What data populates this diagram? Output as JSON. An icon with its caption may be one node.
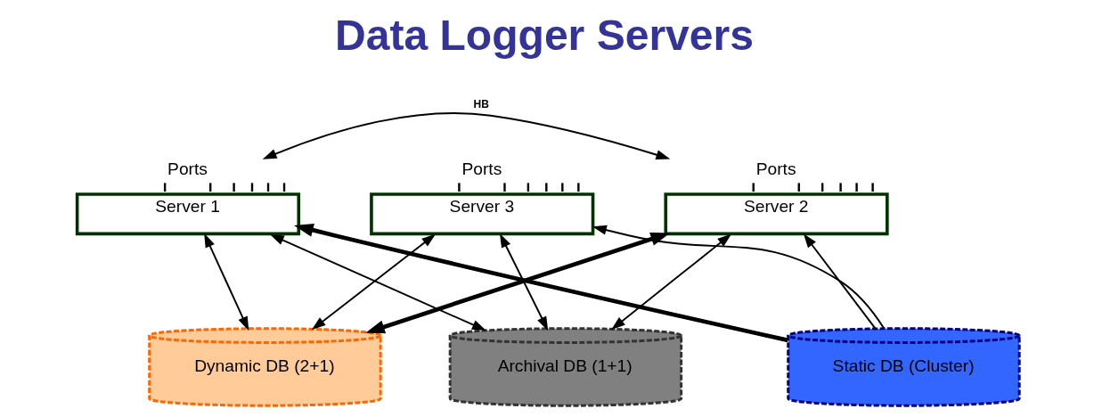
{
  "diagram": {
    "title": "Data Logger Servers",
    "nodes": [
      {
        "text": [
          "Server 1"
        ],
        "beside": [
          "Ports"
        ]
      },
      {
        "text": [
          "Server 2"
        ],
        "beside": [
          "Ports"
        ]
      },
      {
        "text": [
          "Server 3"
        ],
        "beside": [
          "Ports"
        ]
      },
      {
        "text": [
          "Static DB (Cluster)"
        ]
      },
      {
        "text": [
          "Dynamic DB (2+1)"
        ]
      },
      {
        "text": [
          "Archival DB (1+1)"
        ]
      }
    ],
    "edges": [
      {
        "from": 0,
        "to": 1,
        "arrow": "both",
        "label": "HB"
      },
      {
        "from": 3,
        "to": 0,
        "arrow": "to",
        "style": "thick"
      },
      {
        "from": 3,
        "to": 1,
        "arrow": "to"
      },
      {
        "from": 3,
        "to": 2,
        "arrow": "to"
      },
      {
        "from": 0,
        "to": 4,
        "arrow": "both"
      },
      {
        "from": 0,
        "to": 5,
        "arrow": "both"
      },
      {
        "from": 1,
        "to": 4,
        "arrow": "both",
        "style": "thick"
      },
      {
        "from": 1,
        "to": 5,
        "arrow": "both"
      },
      {
        "from": 2,
        "to": 4,
        "arrow": "both"
      },
      {
        "from": 2,
        "to": 5,
        "arrow": "both"
      }
    ]
  }
}
